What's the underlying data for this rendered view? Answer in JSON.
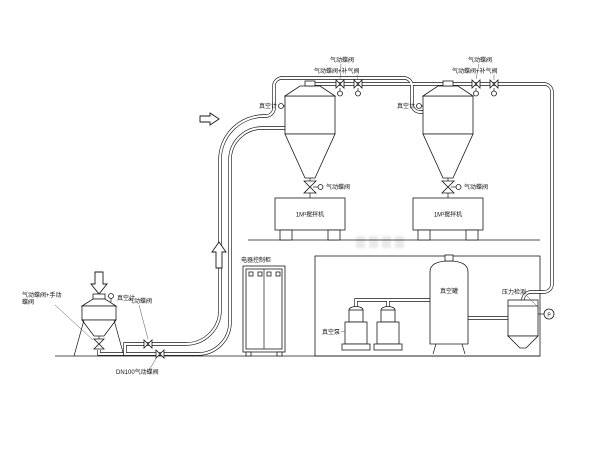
{
  "colors": {
    "line": "#1a1a1a",
    "background": "#ffffff"
  },
  "receiver1": {
    "valve_top": "气动蝶阀",
    "valve_combo": "气动蝶阀+补气阀",
    "vacuum_gauge": "真空计",
    "discharge_valve": "气动蝶阀",
    "machine": "1M³搅拌机"
  },
  "receiver2": {
    "valve_top": "气动蝶阀",
    "valve_combo": "气动蝶阀+补气阀",
    "vacuum_gauge": "真空计",
    "discharge_valve": "气动蝶阀",
    "machine": "1M³搅拌机"
  },
  "feed_station": {
    "valve_combo_line1": "气动蝶阀+手动",
    "valve_combo_line2": "蝶阀",
    "vacuum_gauge": "真空计",
    "pipe_valve": "气动蝶阀",
    "dn100_valve": "DN100气动蝶阀"
  },
  "cabinet": {
    "title": "电器控制柜"
  },
  "pump_room": {
    "vacuum_pump": "真空泵",
    "vacuum_tank": "真空罐",
    "pressure_detect": "压力检测",
    "gauge_letter": "P"
  }
}
